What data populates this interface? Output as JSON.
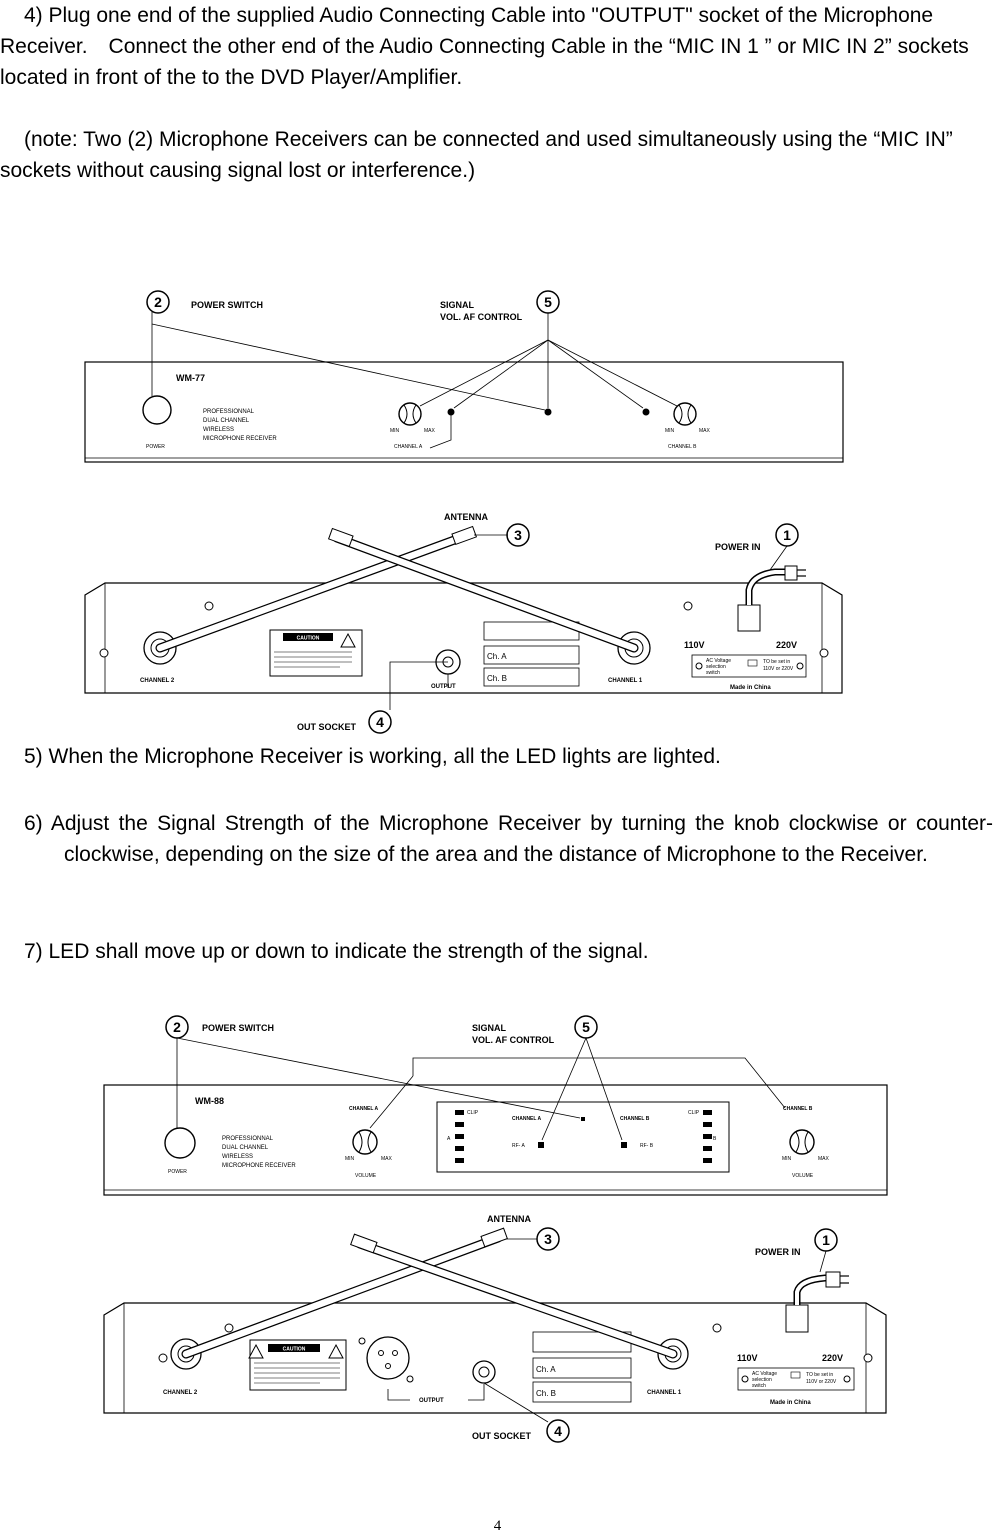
{
  "paragraphs": {
    "p4": "4) Plug one end of the supplied Audio Connecting Cable into \"OUTPUT\" socket of the Microphone Receiver.　Connect the other end of the Audio Connecting Cable in the “MIC IN 1 ” or MIC IN 2” sockets located in front of the to the DVD Player/Amplifier.",
    "note": "(note: Two (2) Microphone Receivers can be connected and used simultaneously using the “MIC IN” sockets without causing signal lost or interference.)",
    "p5": "5) When the Microphone Receiver is working, all the LED lights are lighted.",
    "p6": "6) Adjust the Signal Strength of the Microphone Receiver by turning the knob clockwise or counter-clockwise, depending on the size of the area and the distance of Microphone to the Receiver.",
    "p7": "7) LED shall move up or down to indicate the strength of the signal."
  },
  "callouts": {
    "n1": "1",
    "n2": "2",
    "n3": "3",
    "n4": "4",
    "n5": "5"
  },
  "labels": {
    "power_switch": "POWER SWITCH",
    "signal": "SIGNAL",
    "vol_af": "VOL. AF CONTROL",
    "antenna": "ANTENNA",
    "power_in": "POWER IN",
    "out_socket": "OUT SOCKET",
    "power": "POWER",
    "pro1": "PROFESSIONNAL",
    "pro2": "DUAL CHANNEL",
    "pro3": "WIRELESS",
    "pro4": "MICROPHONE RECEIVER",
    "channel_a": "CHANNEL A",
    "channel_b": "CHANNEL B",
    "min": "MIN",
    "max": "MAX",
    "channel_1": "CHANNEL 1",
    "channel_2": "CHANNEL 2",
    "output": "OUTPUT",
    "ch_a": "Ch. A",
    "ch_b": "Ch. B",
    "v110": "110V",
    "v220": "220V",
    "made_in": "Made in China",
    "caution": "CAUTION",
    "ac_voltage": "AC Voltage",
    "selection": "selection",
    "switch": "switch",
    "to_be_set": "TO be set in",
    "v_choice": "110V or 220V",
    "volume": "VOLUME",
    "rf_a": "RF- A",
    "rf_b": "RF- B",
    "clip": "CLIP",
    "led_a": "A",
    "led_b": "B"
  },
  "models": {
    "top": "WM-77",
    "bottom": "WM-88"
  },
  "page_number": "4"
}
